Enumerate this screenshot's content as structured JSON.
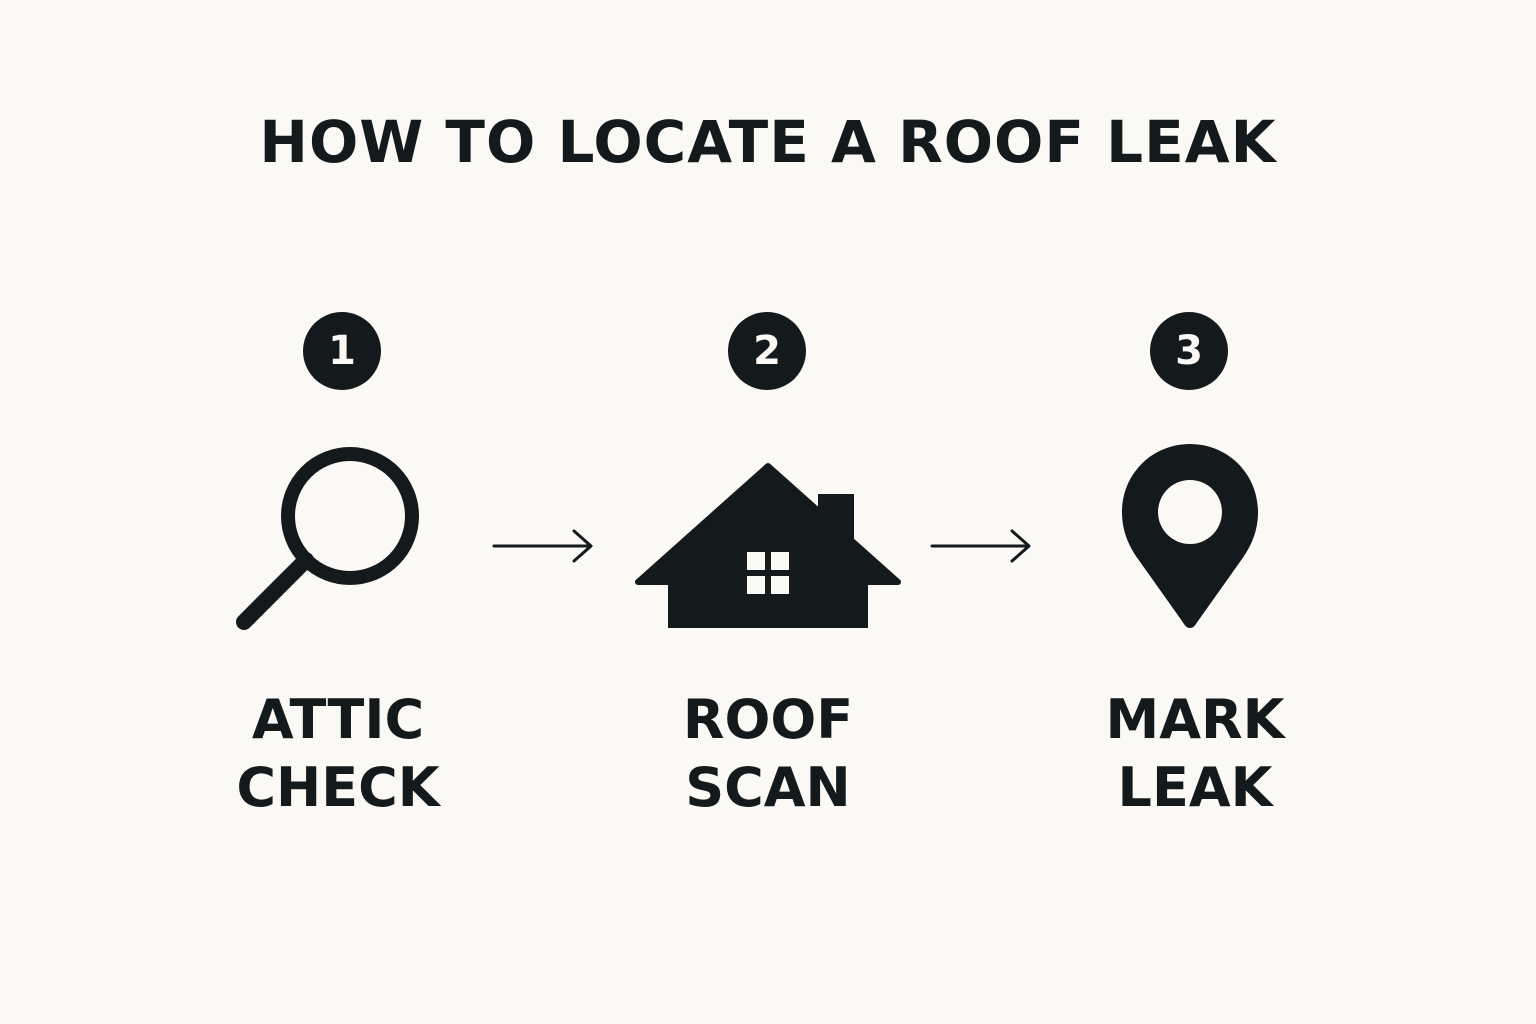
{
  "title": "HOW TO LOCATE A ROOF LEAK",
  "steps": [
    {
      "number": "1",
      "icon": "magnifying-glass-icon",
      "label_line1": "ATTIC",
      "label_line2": "CHECK"
    },
    {
      "number": "2",
      "icon": "house-icon",
      "label_line1": "ROOF",
      "label_line2": "SCAN"
    },
    {
      "number": "3",
      "icon": "location-pin-icon",
      "label_line1": "MARK",
      "label_line2": "LEAK"
    }
  ],
  "colors": {
    "background": "#faf9f6",
    "foreground": "#141a1c"
  }
}
